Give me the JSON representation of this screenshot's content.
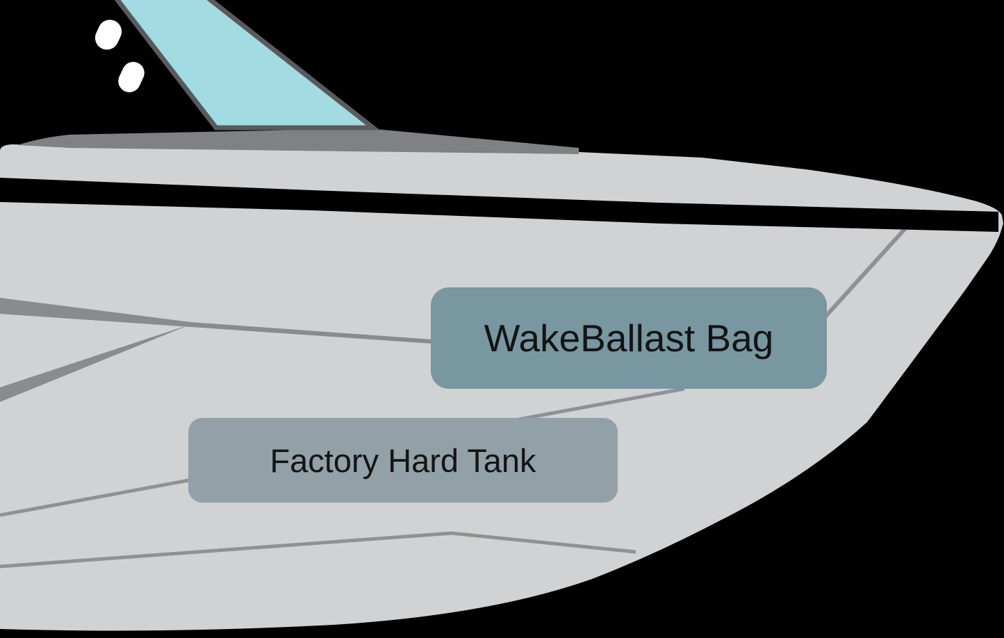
{
  "figure": {
    "type": "labeled-illustration"
  },
  "labels": {
    "wake_ballast_bag": "WakeBallast Bag",
    "factory_hard_tank": "Factory Hard Tank"
  },
  "colors": {
    "background": "#000000",
    "hull": "#d1d2d4",
    "deck": "#808184",
    "stripe": "#000000",
    "windshield": "#a3dbe3",
    "windshield_frame": "#595a5e",
    "chine_thick": "#8a8b8e",
    "chine_thin": "#909195",
    "spray": "#ffffff",
    "box_wake": "#7897a1",
    "box_factory": "#92a1a7",
    "label_text": "#141414"
  }
}
